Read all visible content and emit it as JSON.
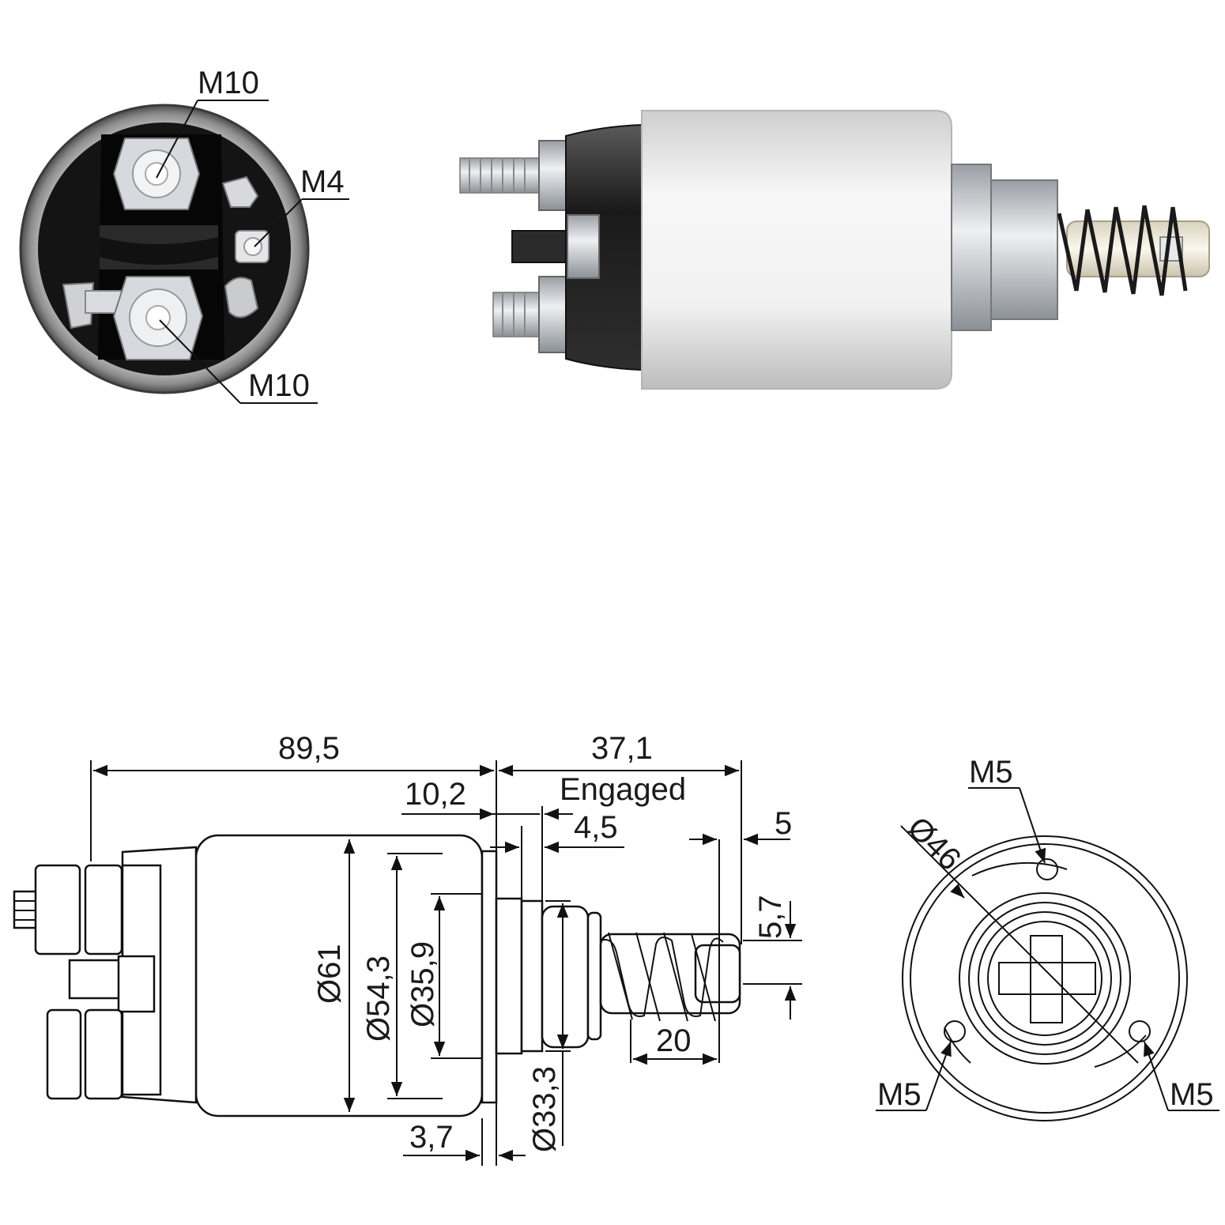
{
  "end_view_photo": {
    "labels": {
      "stud_top": "M10",
      "terminal_small": "M4",
      "stud_bottom": "M10"
    }
  },
  "side_drawing": {
    "dims": {
      "overall_length": "89,5",
      "plunger_length": "37,1",
      "engaged_state": "Engaged",
      "flange_offset": "10,2",
      "step_length": "4,5",
      "tip_length": "5",
      "tip_height": "5,7",
      "spring_length": "20",
      "body_diameter": "Ø61",
      "shell_diameter": "Ø54,3",
      "inner_diameter": "Ø35,9",
      "boss_diameter": "Ø33,3",
      "flange_thickness": "3,7"
    }
  },
  "front_drawing": {
    "labels": {
      "bolt_circle_diameter": "Ø46",
      "hole_top": "M5",
      "hole_left": "M5",
      "hole_right": "M5"
    }
  },
  "colors": {
    "line": "#111111",
    "housing_dark": "#1c1c1c",
    "shell_light": "#eeeeee",
    "zinc": "#c9ccd0"
  }
}
